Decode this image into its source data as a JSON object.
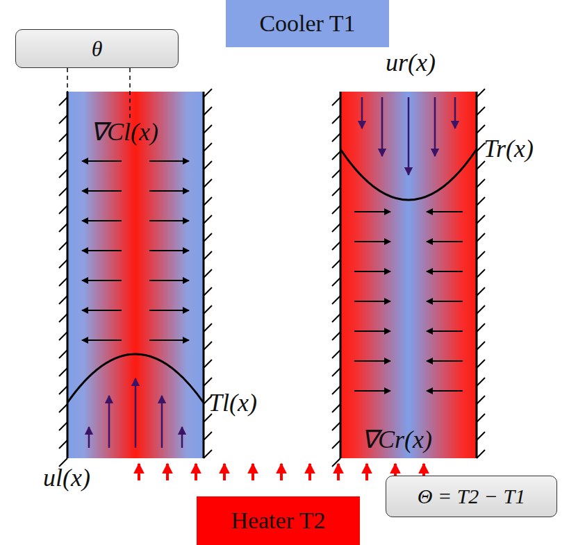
{
  "diagram": {
    "nodes": [
      {
        "text": [
          "θ"
        ]
      },
      {
        "text": [
          "Cooler T1"
        ]
      },
      {
        "text": [
          "Heater T2"
        ]
      },
      {
        "text": [
          "Θ = T2 − T1"
        ]
      }
    ],
    "labels": [
      "∇Cl(x)",
      "ul(x)",
      "Tl(x)",
      "ur(x)",
      "Tr(x)",
      "∇Cr(x)"
    ]
  }
}
